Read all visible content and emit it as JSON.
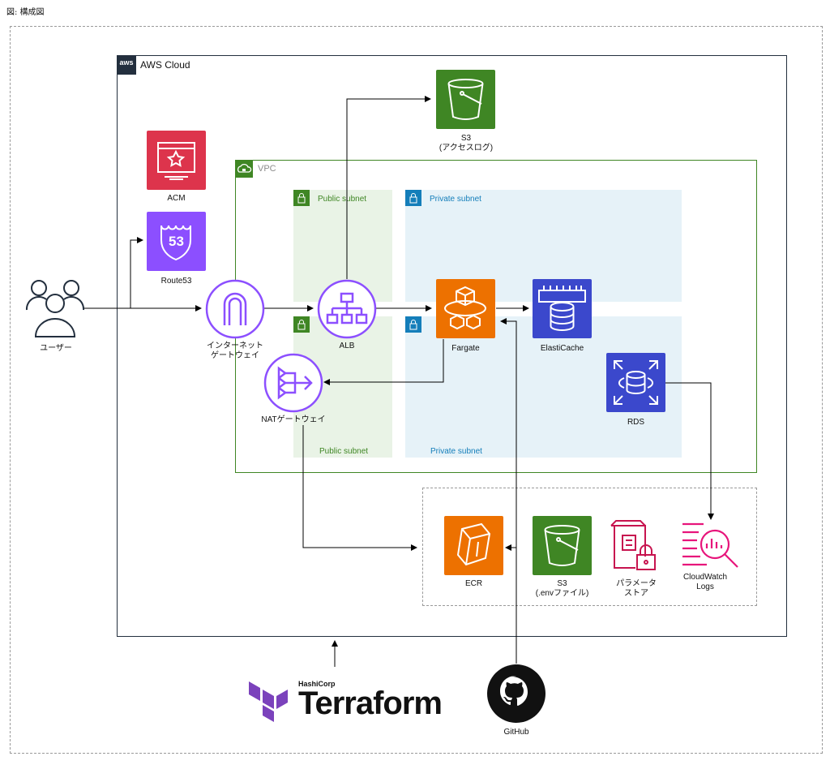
{
  "figure_caption": "図: 構成図",
  "aws_cloud": {
    "label": "AWS Cloud",
    "badge": "aws"
  },
  "vpc": {
    "label": "VPC"
  },
  "subnets": {
    "public_top": "Public subnet",
    "private_top": "Private subnet",
    "public_bottom": "Public subnet",
    "private_bottom": "Private subnet"
  },
  "nodes": {
    "user": "ユーザー",
    "acm": "ACM",
    "route53": "Route53",
    "route53_badge": "53",
    "igw": "インターネット\nゲートウェイ",
    "alb": "ALB",
    "nat": "NATゲートウェイ",
    "s3_logs": "S3\n(アクセスログ)",
    "fargate": "Fargate",
    "elasticache": "ElastiCache",
    "rds": "RDS",
    "ecr": "ECR",
    "s3_env": "S3\n(.envファイル)",
    "param_store": "パラメータ\nストア",
    "cloudwatch": "CloudWatch\nLogs",
    "github": "GitHub"
  },
  "terraform": {
    "vendor": "HashiCorp",
    "name": "Terraform"
  },
  "colors": {
    "aws_dark": "#232f3e",
    "vpc_green": "#3f8624",
    "subnet_blue": "#147eba",
    "s3_green": "#3f8624",
    "security_red": "#dd344c",
    "networking_purple": "#8c4fff",
    "compute_orange": "#ed7100",
    "database_blue": "#3b48cc",
    "management_pink": "#e7157b",
    "terraform_purple": "#7b42bc"
  },
  "icons": [
    "users-icon",
    "certificate-icon",
    "route53-shield-icon",
    "internet-gateway-icon",
    "load-balancer-icon",
    "nat-gateway-icon",
    "bucket-icon",
    "fargate-icon",
    "elasticache-icon",
    "rds-icon",
    "container-registry-icon",
    "parameter-store-icon",
    "cloudwatch-logs-icon",
    "github-octocat-icon",
    "terraform-logo-icon"
  ]
}
